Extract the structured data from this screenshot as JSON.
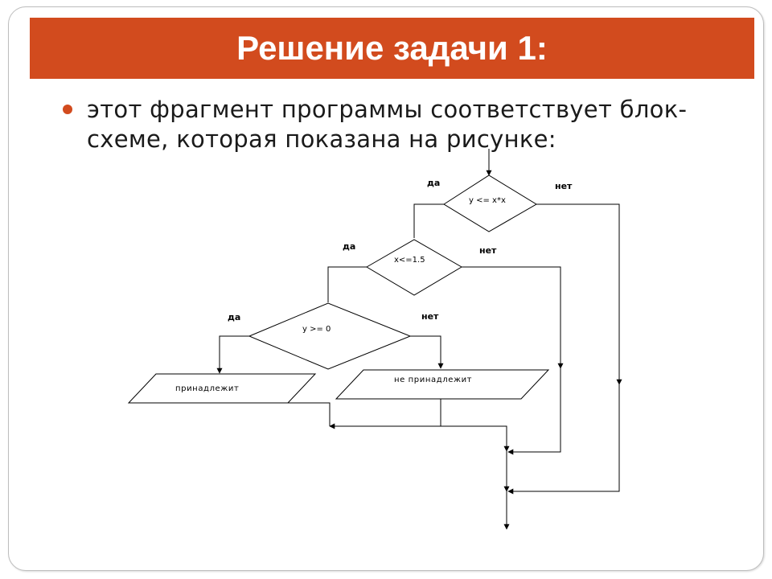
{
  "slide": {
    "title": "Решение задачи 1:",
    "bullet": "этот фрагмент программы соответствует блок-схеме, которая показана на рисунке:"
  },
  "flowchart": {
    "cond1": {
      "text": "y <= x*x",
      "yes": "да",
      "no": "нет"
    },
    "cond2": {
      "text": "x<=1.5",
      "yes": "да",
      "no": "нет"
    },
    "cond3": {
      "text": "y >= 0",
      "yes": "да",
      "no": "нет"
    },
    "out_yes": "принадлежит",
    "out_no": "не принадлежит"
  },
  "colors": {
    "accent": "#d24b1e"
  }
}
